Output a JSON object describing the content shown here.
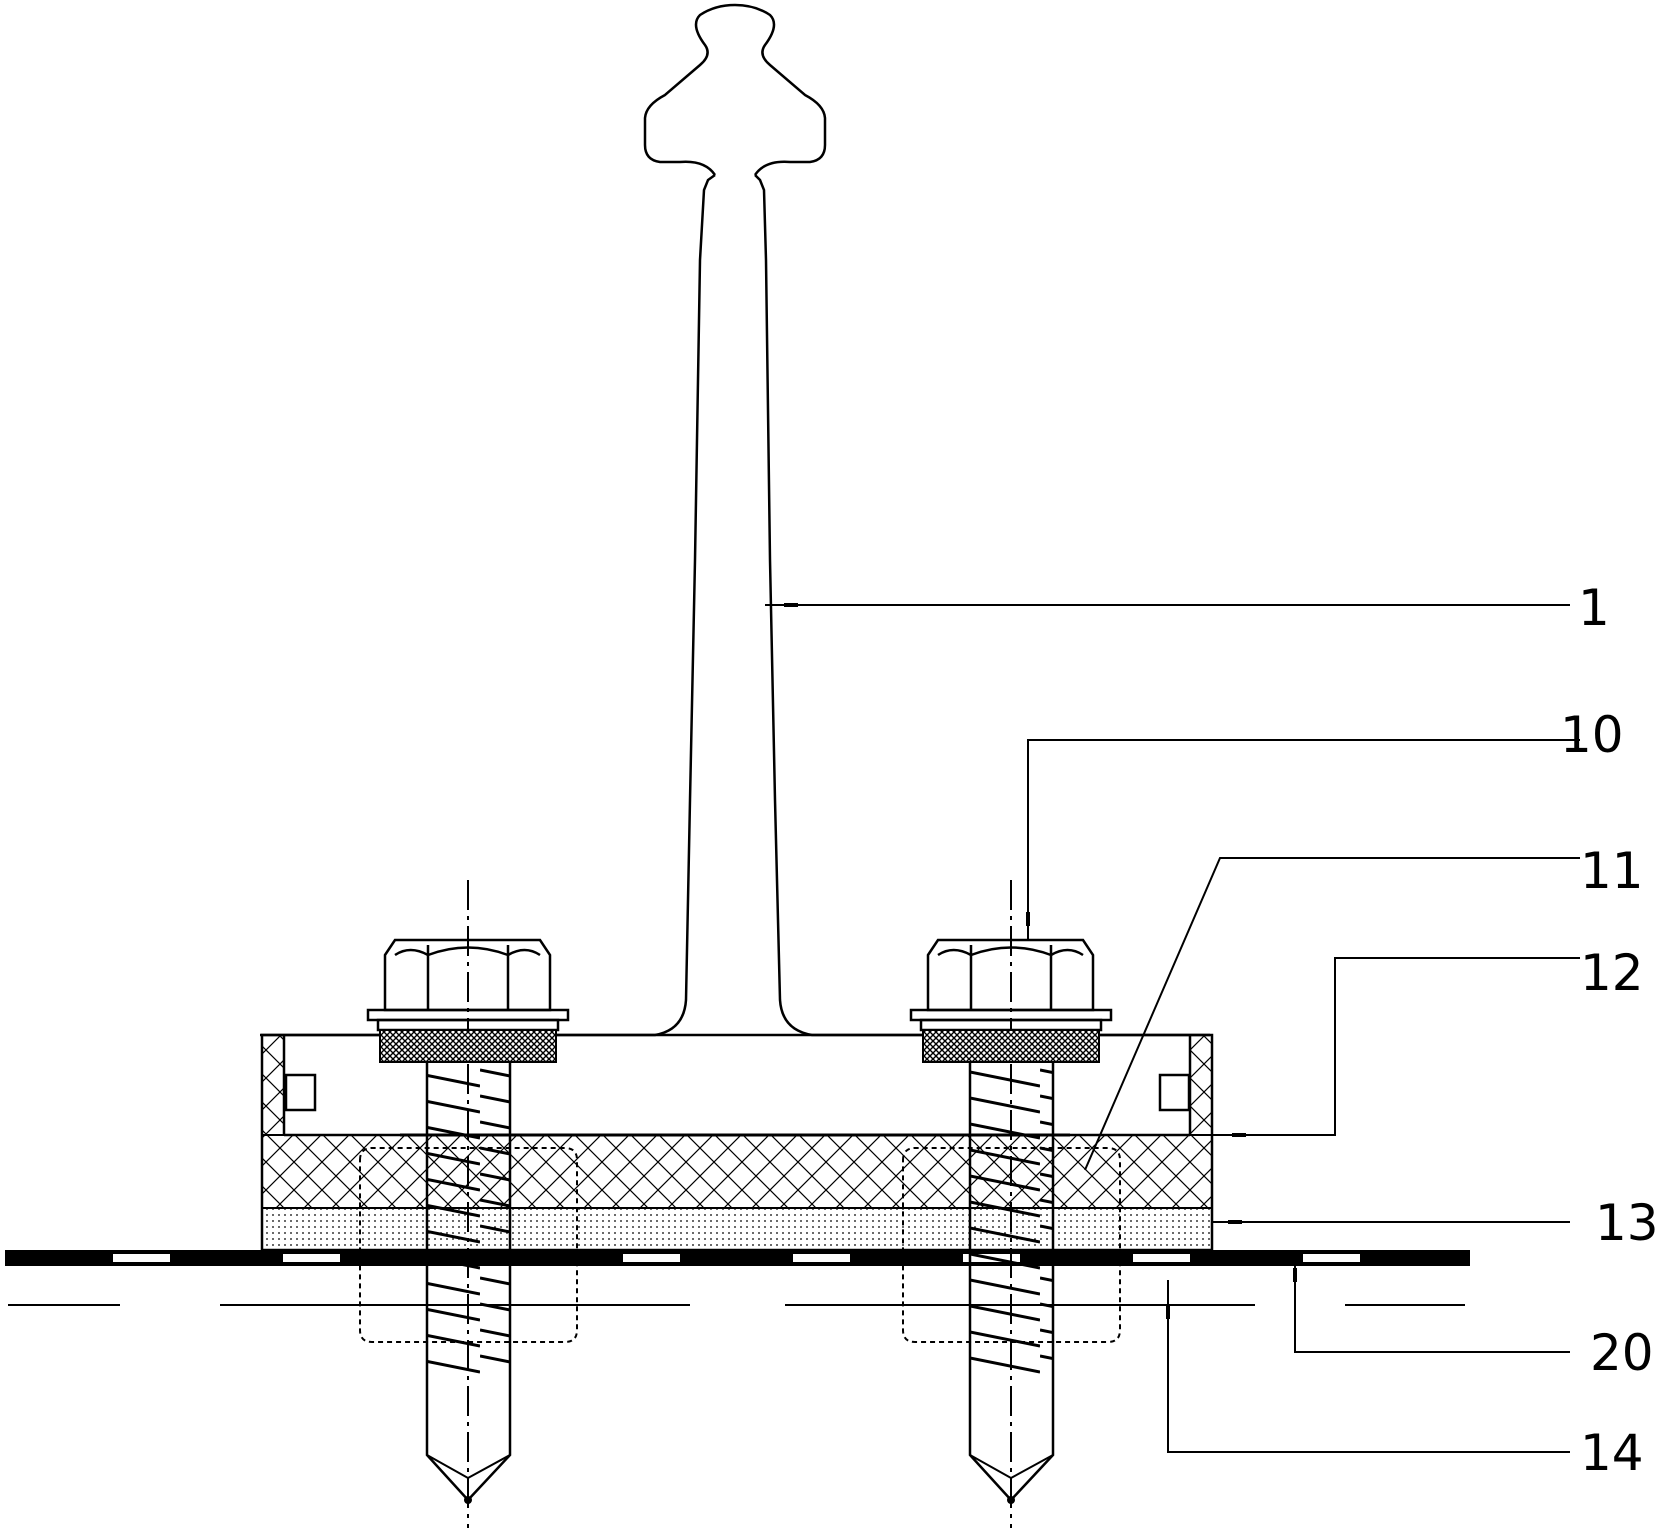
{
  "labels": [
    {
      "id": "1",
      "text": "1"
    },
    {
      "id": "10",
      "text": "10"
    },
    {
      "id": "11",
      "text": "11"
    },
    {
      "id": "12",
      "text": "12"
    },
    {
      "id": "13",
      "text": "13"
    },
    {
      "id": "20",
      "text": "20"
    },
    {
      "id": "14",
      "text": "14"
    }
  ],
  "colors": {
    "line": "#000000",
    "background": "#ffffff"
  }
}
